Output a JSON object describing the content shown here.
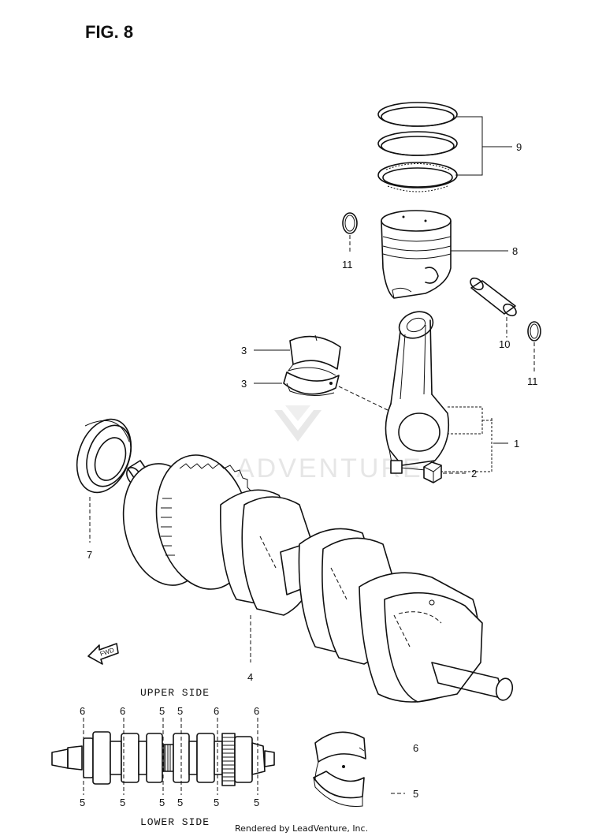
{
  "figure_title": "FIG. 8",
  "watermark_text": "ADVENTURE",
  "credit": "Rendered by LeadVenture, Inc.",
  "fwd_label": "FWD",
  "upper_side": "UPPER SIDE",
  "lower_side": "LOWER SIDE",
  "callouts": {
    "c1": "1",
    "c2": "2",
    "c3a": "3",
    "c3b": "3",
    "c4": "4",
    "c5": "5",
    "c6": "6",
    "c7": "7",
    "c8": "8",
    "c9": "9",
    "c10": "10",
    "c11a": "11",
    "c11b": "11"
  },
  "upper_labels": [
    "6",
    "6",
    "5",
    "5",
    "6",
    "6"
  ],
  "lower_labels": [
    "5",
    "5",
    "5",
    "5",
    "5",
    "5"
  ]
}
